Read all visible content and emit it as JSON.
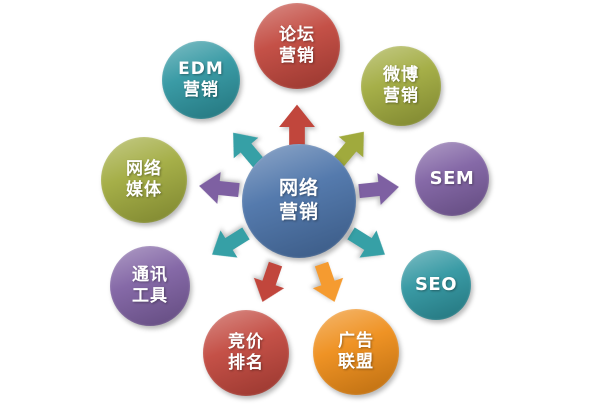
{
  "diagram": {
    "center": {
      "label": "网络\n营销",
      "color": "#4a72a8"
    },
    "nodes": [
      {
        "id": "forum",
        "label": "论坛\n营销",
        "color": "#c1463c"
      },
      {
        "id": "weibo",
        "label": "微博\n营销",
        "color": "#a0aa3d"
      },
      {
        "id": "sem",
        "label": "SEM",
        "color": "#7e60a2"
      },
      {
        "id": "seo",
        "label": "SEO",
        "color": "#2e95a0"
      },
      {
        "id": "ad-alliance",
        "label": "广告\n联盟",
        "color": "#ee8c17"
      },
      {
        "id": "bidding-rank",
        "label": "竞价\n排名",
        "color": "#c1463c"
      },
      {
        "id": "im-tools",
        "label": "通讯\n工具",
        "color": "#7e60a2"
      },
      {
        "id": "web-media",
        "label": "网络\n媒体",
        "color": "#a0aa3d"
      },
      {
        "id": "edm",
        "label": "EDM\n营销",
        "color": "#2e95a0"
      }
    ],
    "arrows": [
      {
        "to": "forum",
        "color": "#c1463c"
      },
      {
        "to": "edm",
        "color": "#36a0a6"
      },
      {
        "to": "weibo",
        "color": "#a0aa3d"
      },
      {
        "to": "web-media",
        "color": "#7e60a2"
      },
      {
        "to": "sem",
        "color": "#7e60a2"
      },
      {
        "to": "im-tools",
        "color": "#36a0a6"
      },
      {
        "to": "seo",
        "color": "#36a0a6"
      },
      {
        "to": "bidding-rank",
        "color": "#c1463c"
      },
      {
        "to": "ad-alliance",
        "color": "#f59b30"
      }
    ]
  }
}
